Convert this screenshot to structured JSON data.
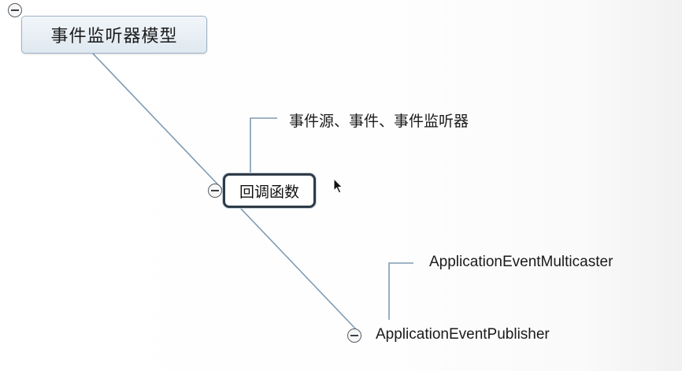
{
  "mindmap": {
    "root": {
      "label": "事件监听器模型"
    },
    "selected_node": {
      "label": "回调函数"
    },
    "topics": [
      {
        "label": "事件源、事件、事件监听器"
      },
      {
        "label": "ApplicationEventMulticaster"
      },
      {
        "label": "ApplicationEventPublisher"
      }
    ],
    "icons": {
      "collapse": "minus-circle-icon",
      "cursor": "mouse-pointer-icon"
    },
    "colors": {
      "connector": "#7f9bb3",
      "root_fill": "#dfe8f0",
      "selected_border": "#2d3b47"
    }
  }
}
